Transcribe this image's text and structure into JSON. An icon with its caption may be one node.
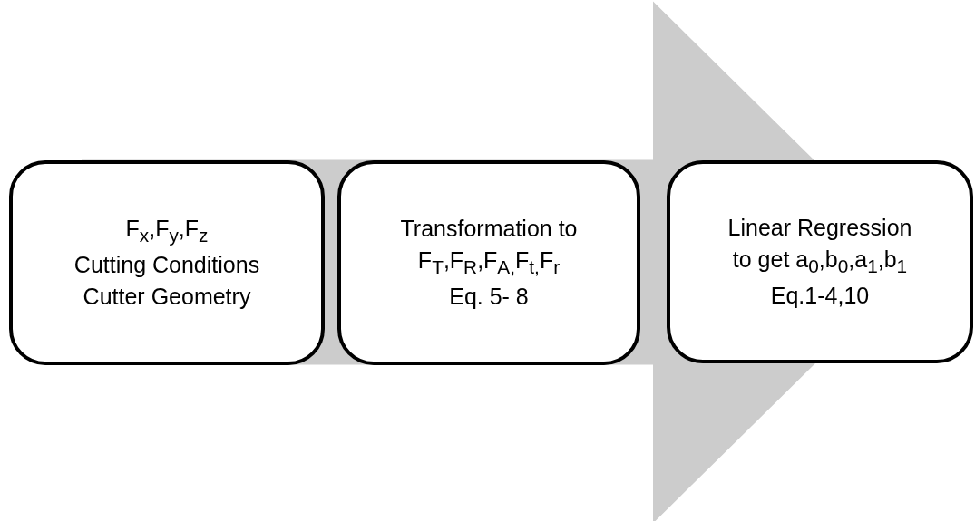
{
  "diagram": {
    "nodes": [
      {
        "text": [
          "F$_{x}$,F$_{y}$,F$_{z}$",
          "Cutting Conditions",
          "Cutter Geometry"
        ]
      },
      {
        "text": [
          "Transformation to",
          "F$_{T}$,F$_{R}$,F$_{A,}$F$_{t,}$F$_{r}$",
          "Eq. 5- 8"
        ]
      },
      {
        "text": [
          "Linear Regression",
          "to get a$_{0}$,b$_{0}$,a$_{1}$,b$_{1}$",
          "Eq.1-4,10"
        ]
      }
    ],
    "edges": [
      {
        "from": 0,
        "to": 2,
        "arrow": "to"
      }
    ]
  }
}
